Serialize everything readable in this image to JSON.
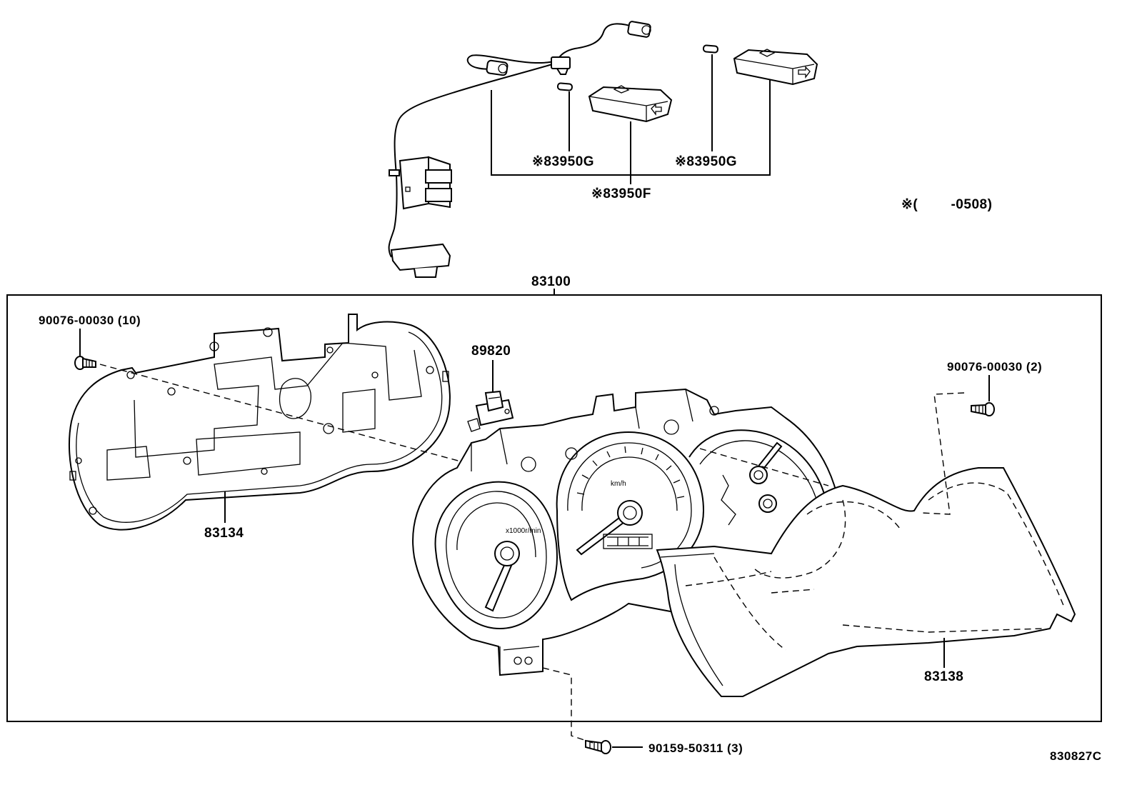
{
  "diagram": {
    "labels": {
      "part_83100": "83100",
      "part_83134": "83134",
      "part_83138": "83138",
      "part_89820": "89820",
      "bolt_left": "90076-00030 (10)",
      "bolt_right": "90076-00030 (2)",
      "screw_bottom": "90159-50311 (3)",
      "bulb_g_left": "※83950G",
      "bulb_g_right": "※83950G",
      "bulb_f": "※83950F",
      "note": "※(        -0508)",
      "figure_code": "830827C",
      "gauge_unit_speed": "km/h",
      "gauge_unit_tach": "x1000r/min"
    }
  }
}
